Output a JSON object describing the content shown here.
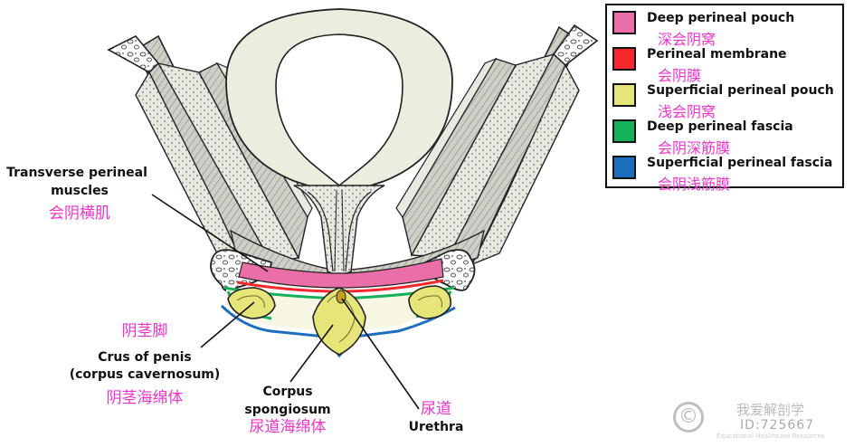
{
  "legend": {
    "items": [
      {
        "en": "Deep perineal pouch",
        "cn": "深会阴窝",
        "color": "#ea6fa8"
      },
      {
        "en": "Perineal membrane",
        "cn": "会阴膜",
        "color": "#f5282d"
      },
      {
        "en": "Superficial perineal pouch",
        "cn": "浅会阴窝",
        "color": "#e6e57a"
      },
      {
        "en": "Deep perineal fascia",
        "cn": "会阴深筋膜",
        "color": "#14b05a"
      },
      {
        "en": "Superficial perineal fascia",
        "cn": "会阴浅筋膜",
        "color": "#1c6fbf"
      }
    ]
  },
  "labels": {
    "transverse": {
      "en1": "Transverse perineal",
      "en2": "muscles",
      "cn": "会阴横肌"
    },
    "crus": {
      "cn1": "阴茎脚",
      "en1": "Crus of penis",
      "en2": "(corpus cavernosum)",
      "cn2": "阴茎海绵体"
    },
    "spongiosum": {
      "en1": "Corpus",
      "en2": "spongiosum",
      "cn": "尿道海绵体"
    },
    "urethra": {
      "cn": "尿道",
      "en": "Urethra"
    }
  },
  "watermark": {
    "brand": "我爱解剖学",
    "id": "ID:725667",
    "sub": "Educational Healthcare Resources"
  }
}
